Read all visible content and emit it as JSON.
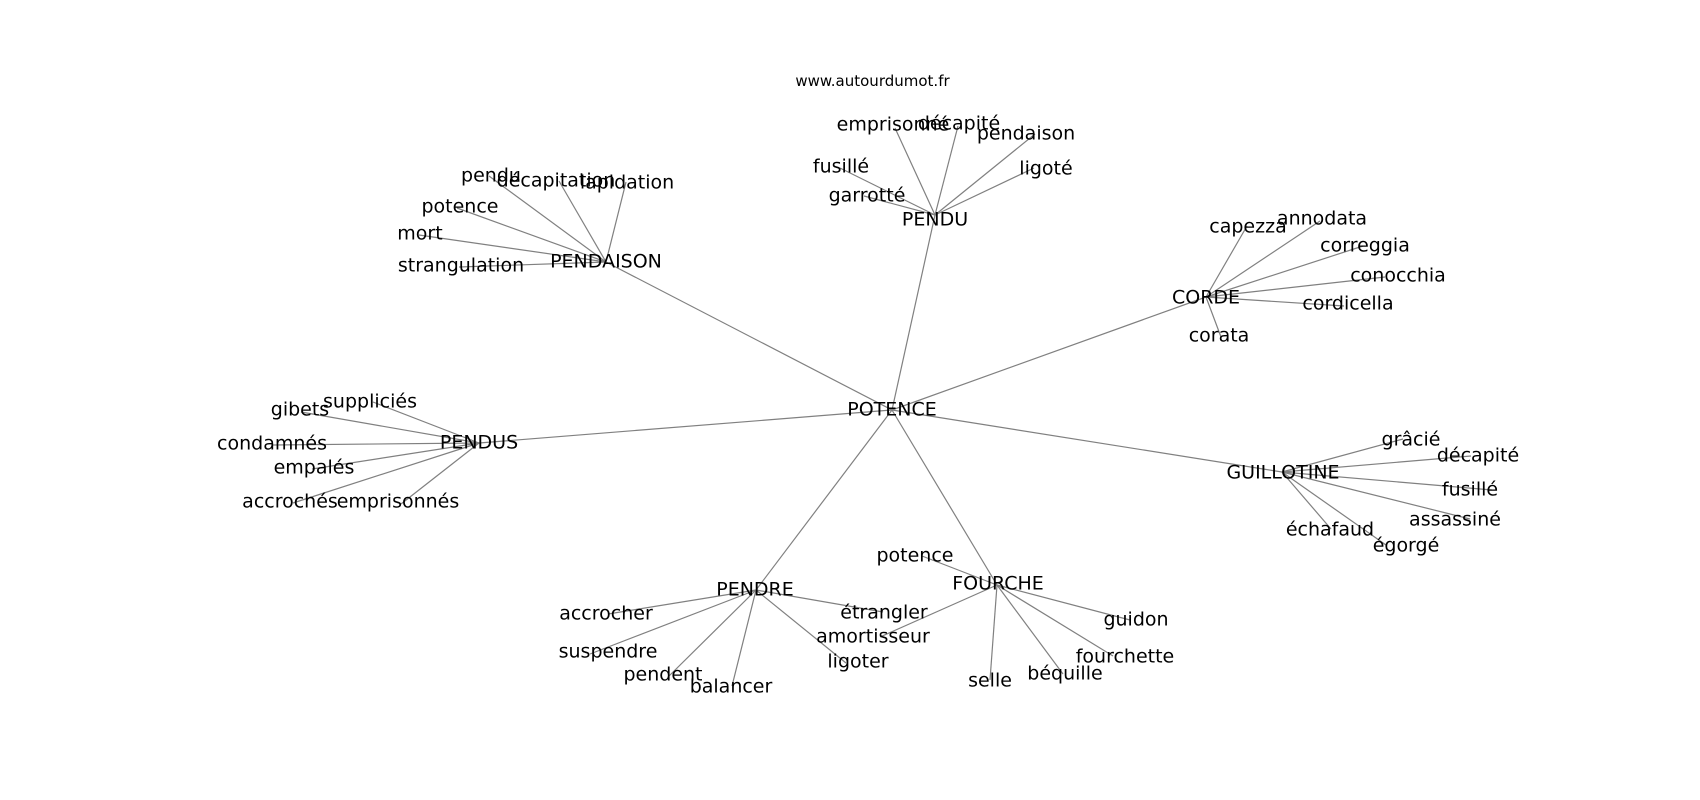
{
  "header": {
    "site": "www.autourdumot.fr"
  },
  "graph": {
    "center": "POTENCE",
    "hubs": [
      {
        "id": "pendu",
        "label": "PENDU",
        "children": [
          "emprisonné",
          "décapité",
          "pendaison",
          "fusillé",
          "garrotté",
          "ligoté"
        ]
      },
      {
        "id": "pendaison",
        "label": "PENDAISON",
        "children": [
          "pendu",
          "décapitation",
          "lapidation",
          "potence",
          "mort",
          "strangulation"
        ]
      },
      {
        "id": "corde",
        "label": "CORDE",
        "children": [
          "capezza",
          "annodata",
          "correggia",
          "conocchia",
          "cordicella",
          "corata"
        ]
      },
      {
        "id": "pendus",
        "label": "PENDUS",
        "children": [
          "suppliciés",
          "gibets",
          "condamnés",
          "empalés",
          "accrochés",
          "emprisonnés"
        ]
      },
      {
        "id": "guillotine",
        "label": "GUILLOTINE",
        "children": [
          "grâcié",
          "décapité",
          "fusillé",
          "assassiné",
          "échafaud",
          "égorgé"
        ]
      },
      {
        "id": "pendre",
        "label": "PENDRE",
        "children": [
          "accrocher",
          "suspendre",
          "pendent",
          "balancer",
          "étrangler",
          "ligoter"
        ]
      },
      {
        "id": "fourche",
        "label": "FOURCHE",
        "children": [
          "potence",
          "amortisseur",
          "selle",
          "béquille",
          "fourchette",
          "guidon"
        ]
      }
    ]
  }
}
